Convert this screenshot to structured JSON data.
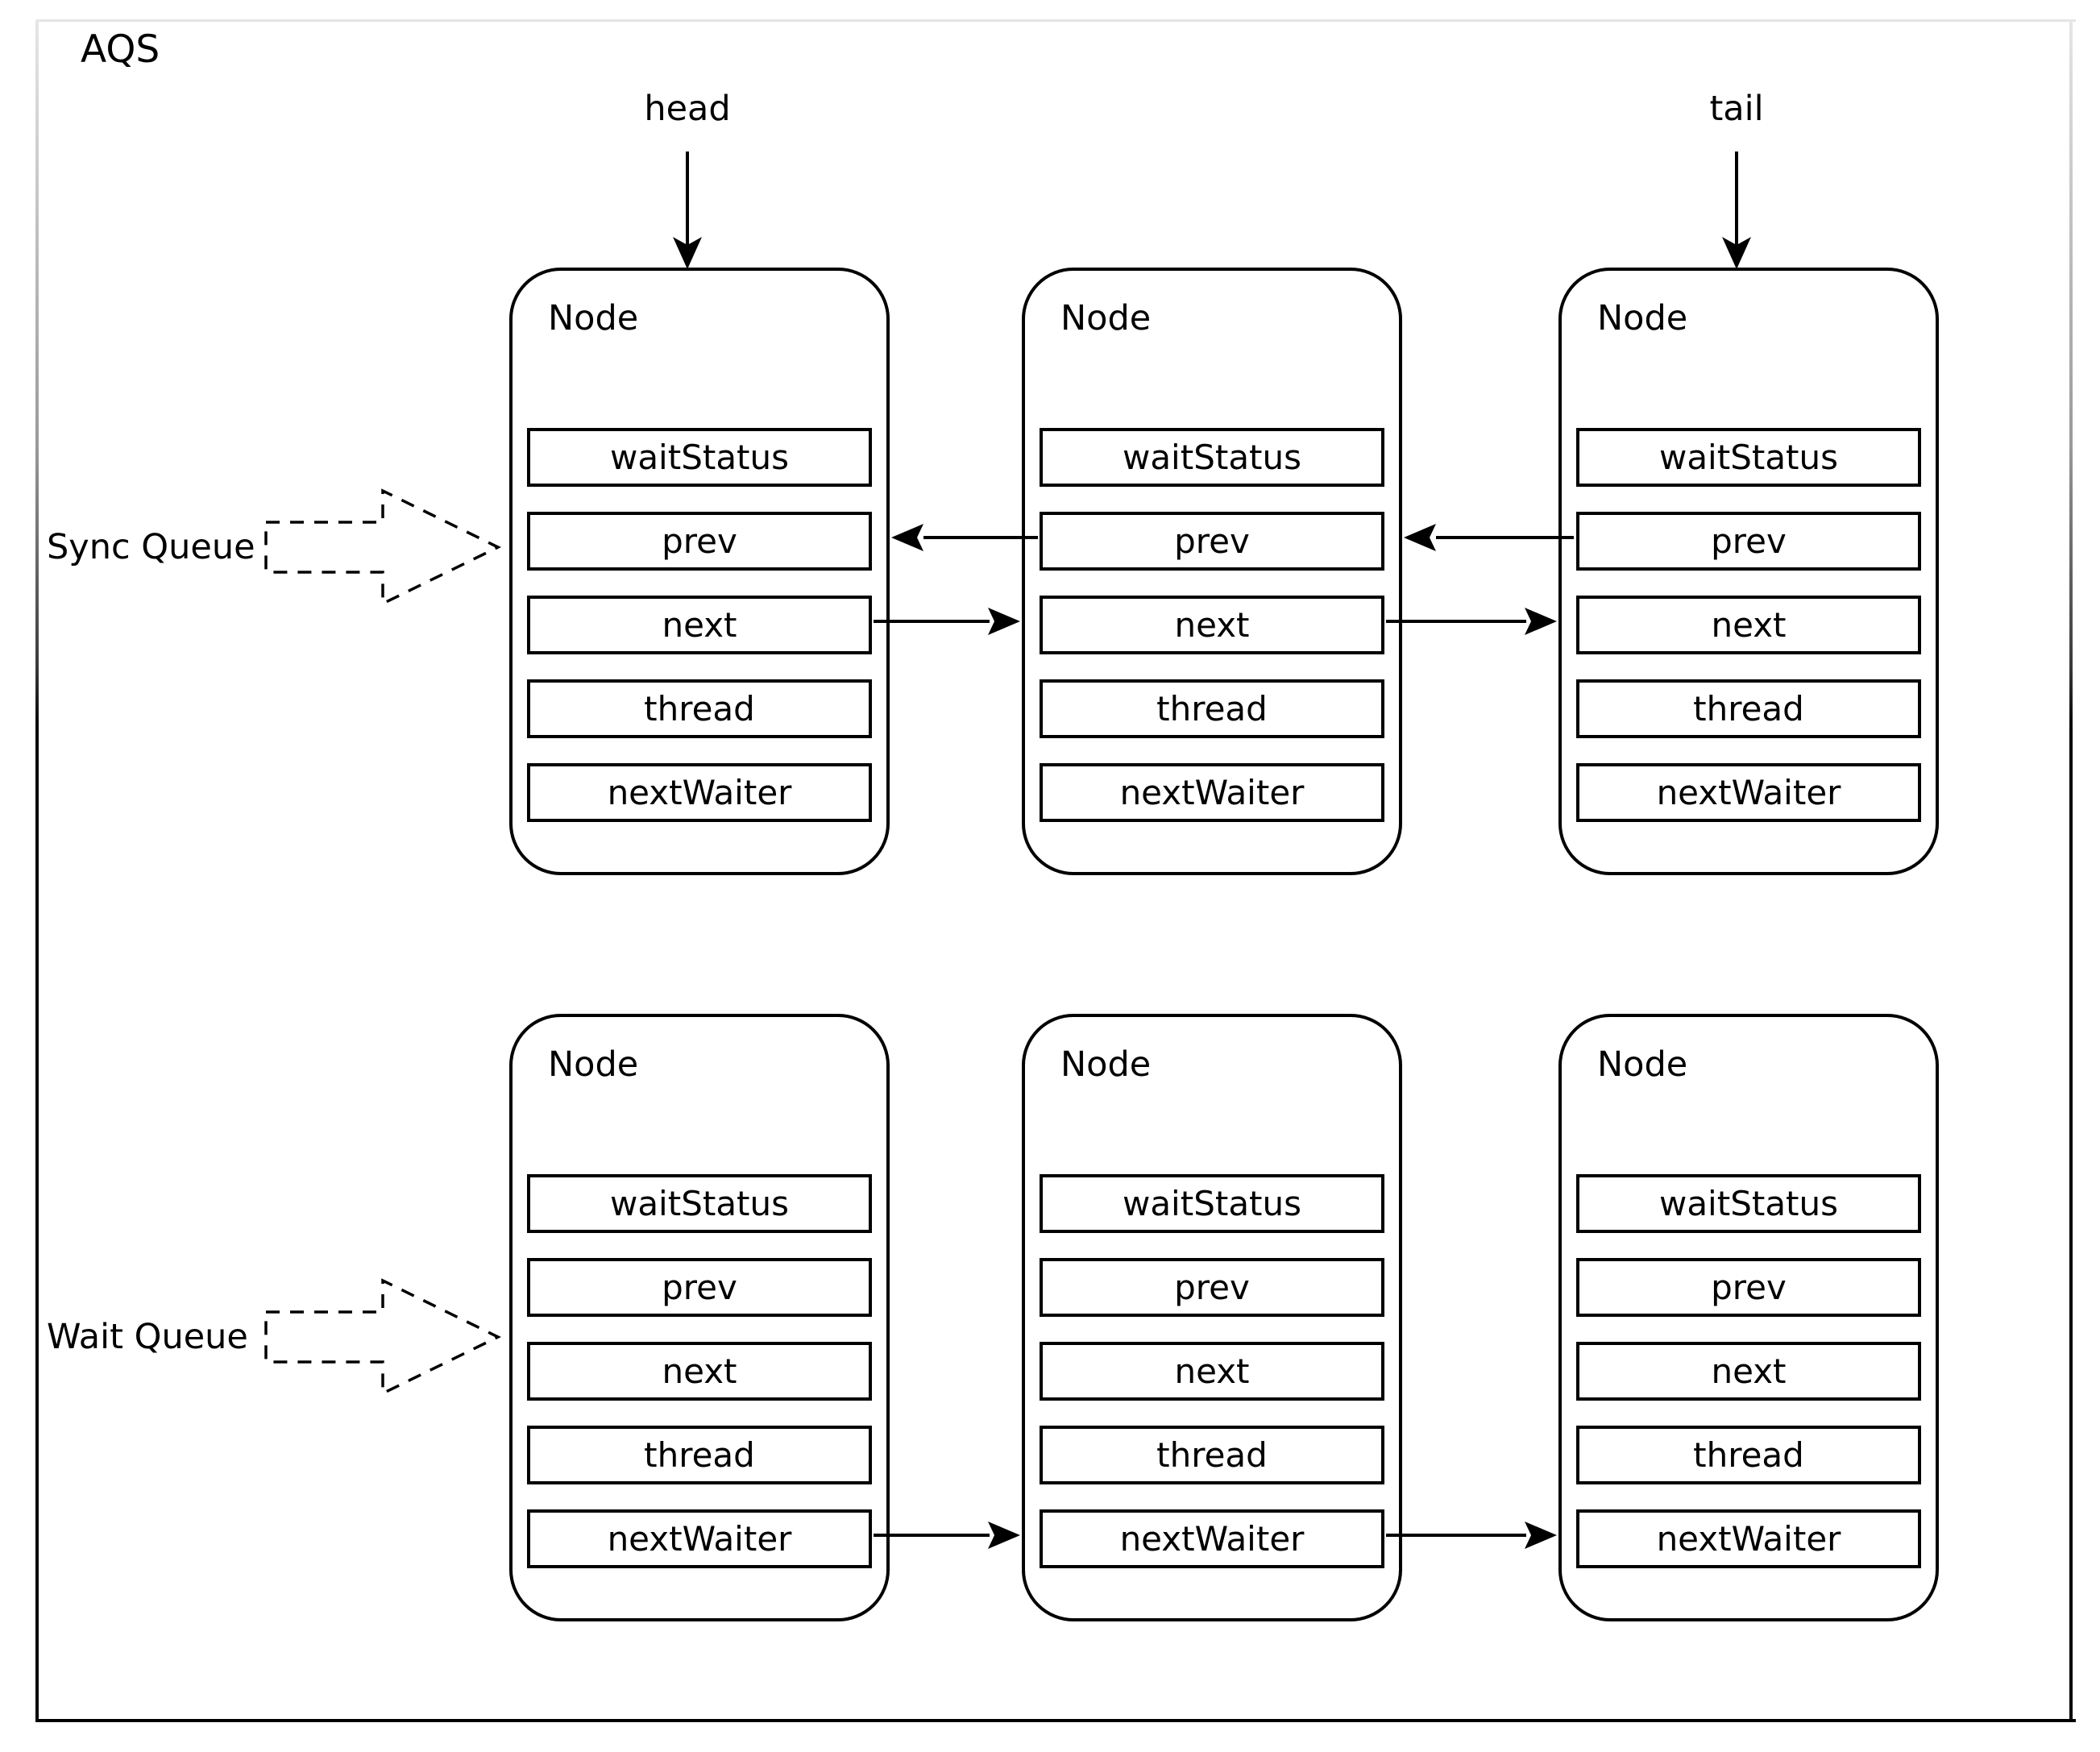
{
  "diagram": {
    "title": "AQS",
    "pointers": {
      "head": "head",
      "tail": "tail"
    },
    "fields": [
      "waitStatus",
      "prev",
      "next",
      "thread",
      "nextWaiter"
    ],
    "queues": [
      {
        "label": "Sync Queue",
        "nodes": [
          {
            "title": "Node"
          },
          {
            "title": "Node"
          },
          {
            "title": "Node"
          }
        ],
        "links": [
          "prev arrows point left to previous node",
          "next arrows point right to next node"
        ]
      },
      {
        "label": "Wait Queue",
        "nodes": [
          {
            "title": "Node"
          },
          {
            "title": "Node"
          },
          {
            "title": "Node"
          }
        ],
        "links": [
          "nextWaiter arrows point right to next node"
        ]
      }
    ],
    "colors": {
      "stroke": "#000000",
      "frame_gray": "#e4e4e4",
      "background": "#ffffff"
    }
  }
}
